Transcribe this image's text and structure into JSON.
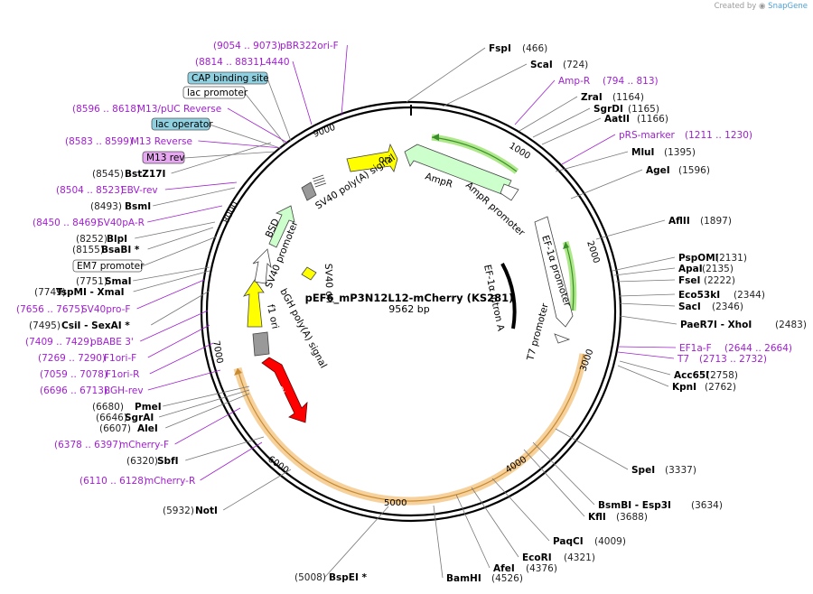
{
  "credit": {
    "prefix": "Created by",
    "brand": "SnapGene"
  },
  "plasmid": {
    "name": "pEF6_mP3N12L12-mCherry (KS281)",
    "length": "9562 bp"
  },
  "tick_labels": [
    "1000",
    "2000",
    "3000",
    "4000",
    "5000",
    "6000",
    "7000",
    "8000",
    "9000"
  ],
  "enzymes_right": [
    {
      "name": "FspI",
      "coord": "(466)"
    },
    {
      "name": "ScaI",
      "coord": "(724)"
    },
    {
      "name": "ZraI",
      "coord": "(1164)"
    },
    {
      "name": "SgrDI",
      "coord": "(1165)"
    },
    {
      "name": "AatII",
      "coord": "(1166)"
    },
    {
      "name": "MluI",
      "coord": "(1395)"
    },
    {
      "name": "AgeI",
      "coord": "(1596)"
    },
    {
      "name": "AflII",
      "coord": "(1897)"
    },
    {
      "name": "PspOMI",
      "coord": "(2131)"
    },
    {
      "name": "ApaI",
      "coord": "(2135)"
    },
    {
      "name": "FseI",
      "coord": "(2222)"
    },
    {
      "name": "Eco53kI",
      "coord": "(2344)"
    },
    {
      "name": "SacI",
      "coord": "(2346)"
    },
    {
      "name": "PaeR7I - XhoI",
      "coord": "(2483)"
    },
    {
      "name": "Acc65I",
      "coord": "(2758)"
    },
    {
      "name": "KpnI",
      "coord": "(2762)"
    },
    {
      "name": "SpeI",
      "coord": "(3337)"
    },
    {
      "name": "BsmBI - Esp3I",
      "coord": "(3634)"
    },
    {
      "name": "KflI",
      "coord": "(3688)"
    },
    {
      "name": "PaqCI",
      "coord": "(4009)"
    },
    {
      "name": "EcoRI",
      "coord": "(4321)"
    },
    {
      "name": "AfeI",
      "coord": "(4376)"
    },
    {
      "name": "BamHI",
      "coord": "(4526)"
    },
    {
      "name": "BspEI *",
      "coord": "(5008)"
    }
  ],
  "enzymes_left": [
    {
      "name": "NotI",
      "coord": "(5932)"
    },
    {
      "name": "SbfI",
      "coord": "(6320)"
    },
    {
      "name": "AleI",
      "coord": "(6607)"
    },
    {
      "name": "SgrAI",
      "coord": "(6646)"
    },
    {
      "name": "PmeI",
      "coord": "(6680)"
    },
    {
      "name": "CsiI - SexAI *",
      "coord": "(7495)"
    },
    {
      "name": "TspMI - XmaI",
      "coord": "(7749)"
    },
    {
      "name": "SmaI",
      "coord": "(7751)"
    },
    {
      "name": "BsaBI *",
      "coord": "(8155)"
    },
    {
      "name": "BlpI",
      "coord": "(8252)"
    },
    {
      "name": "BsmI",
      "coord": "(8493)"
    },
    {
      "name": "BstZ17I",
      "coord": "(8545)"
    }
  ],
  "primers_right": [
    {
      "name": "Amp-R",
      "coord": "(794 .. 813)"
    },
    {
      "name": "pRS-marker",
      "coord": "(1211 .. 1230)"
    },
    {
      "name": "EF1a-F",
      "coord": "(2644 .. 2664)"
    },
    {
      "name": "T7",
      "coord": "(2713 .. 2732)"
    }
  ],
  "primers_left": [
    {
      "name": "pBR322ori-F",
      "coord": "(9054 .. 9073)"
    },
    {
      "name": "L4440",
      "coord": "(8814 .. 8831)"
    },
    {
      "name": "M13/pUC Reverse",
      "coord": "(8596 .. 8618)"
    },
    {
      "name": "M13 Reverse",
      "coord": "(8583 .. 8599)"
    },
    {
      "name": "EBV-rev",
      "coord": "(8504 .. 8523)"
    },
    {
      "name": "SV40pA-R",
      "coord": "(8450 .. 8469)"
    },
    {
      "name": "SV40pro-F",
      "coord": "(7656 .. 7675)"
    },
    {
      "name": "pBABE 3'",
      "coord": "(7409 .. 7429)"
    },
    {
      "name": "F1ori-F",
      "coord": "(7269 .. 7290)"
    },
    {
      "name": "F1ori-R",
      "coord": "(7059 .. 7078)"
    },
    {
      "name": "BGH-rev",
      "coord": "(6696 .. 6713)"
    },
    {
      "name": "mCherry-F",
      "coord": "(6378 .. 6397)"
    },
    {
      "name": "mCherry-R",
      "coord": "(6110 .. 6128)"
    }
  ],
  "boxed_features": [
    {
      "name": "CAP binding site",
      "color": "#8fd0e0"
    },
    {
      "name": "lac promoter",
      "color": "#ffffff"
    },
    {
      "name": "lac operator",
      "color": "#8fd0e0"
    },
    {
      "name": "M13 rev",
      "color": "#e6a8f0"
    },
    {
      "name": "EM7 promoter",
      "color": "#ffffff"
    }
  ],
  "inner_features": {
    "ori": "ori",
    "ampr": "AmpR",
    "ampr_promoter": "AmpR promoter",
    "ef1a_promoter": "EF-1α promoter",
    "ef1a_intron": "EF-1α intron A",
    "t7_promoter": "T7 promoter",
    "mcherry": "mCherry",
    "bgh": "bGH poly(A) signal",
    "f1ori": "f1 ori",
    "sv40ori": "SV40 ori",
    "sv40_promoter": "SV40 promoter",
    "bsd": "BSD",
    "sv40_polya": "SV40 poly(A) signal"
  },
  "colors": {
    "ori": "#ffff00",
    "ampr": "#ccffcc",
    "mcherry": "#ff0000",
    "bsd": "#ccffcc",
    "f1ori": "#ffff00",
    "highlight_orange": "#f5c98a",
    "highlight_green": "#aee88a",
    "primer": "#a020d0"
  }
}
